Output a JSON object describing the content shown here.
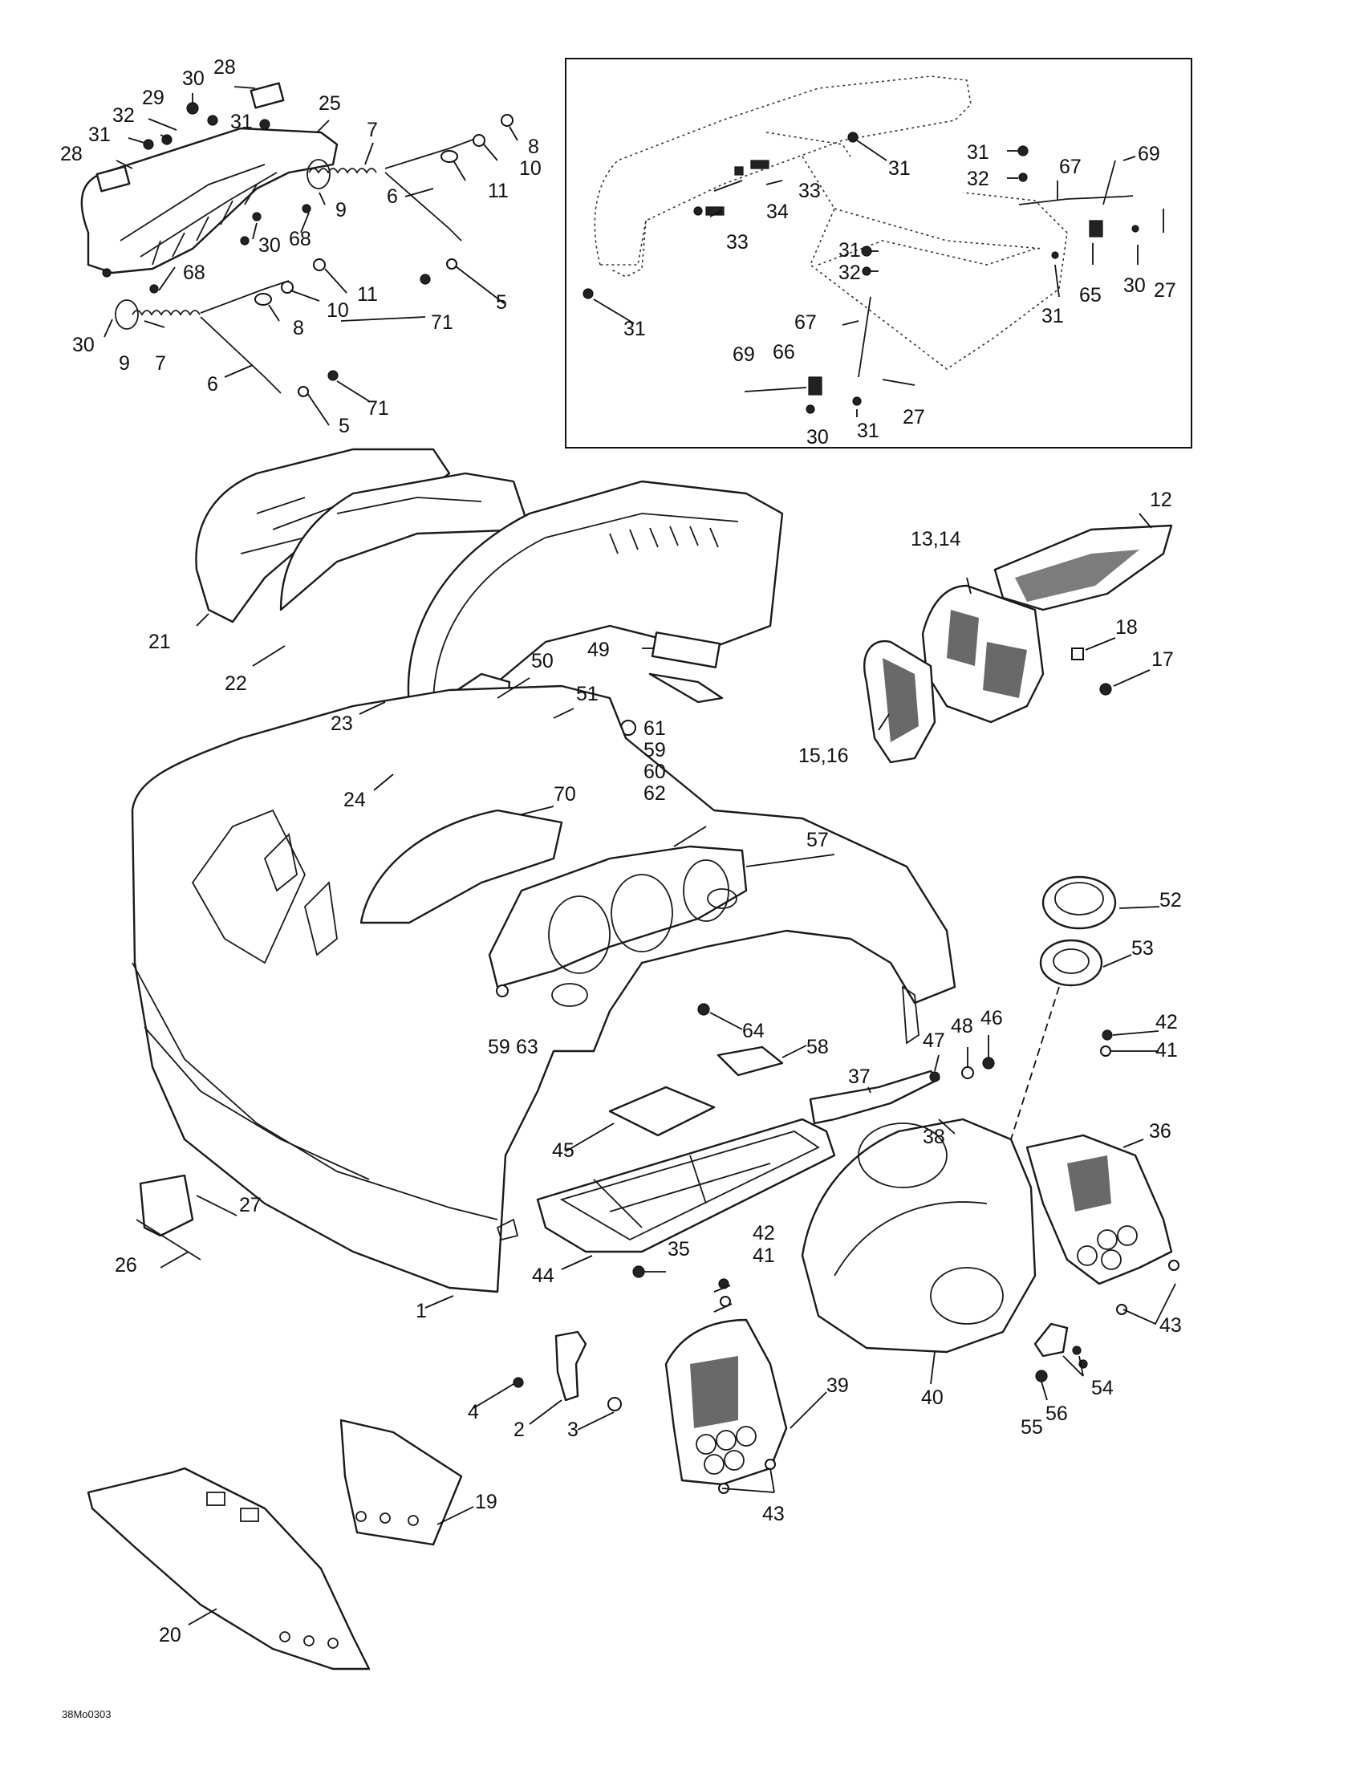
{
  "drawing_id": "38Mo0303",
  "callouts": {
    "c1": "1",
    "c2": "2",
    "c3": "3",
    "c4": "4",
    "c5a": "5",
    "c5b": "5",
    "c6a": "6",
    "c6b": "6",
    "c7a": "7",
    "c7b": "7",
    "c8a": "8",
    "c8b": "8",
    "c9a": "9",
    "c9b": "9",
    "c10a": "10",
    "c10b": "10",
    "c11a": "11",
    "c11b": "11",
    "c12": "12",
    "c1314": "13,14",
    "c1516": "15,16",
    "c17": "17",
    "c18": "18",
    "c19": "19",
    "c20": "20",
    "c21": "21",
    "c22": "22",
    "c23": "23",
    "c24": "24",
    "c25": "25",
    "c26": "26",
    "c27a": "27",
    "c27b": "27",
    "c27c": "27",
    "c28a": "28",
    "c28b": "28",
    "c29": "29",
    "c30a": "30",
    "c30b": "30",
    "c30c": "30",
    "c30d": "30",
    "c30e": "30",
    "c31a": "31",
    "c31b": "31",
    "c31c": "31",
    "c31d": "31",
    "c31e": "31",
    "c31f": "31",
    "c31g": "31",
    "c32a": "32",
    "c32b": "32",
    "c32c": "32",
    "c33a": "33",
    "c33b": "33",
    "c34": "34",
    "c35": "35",
    "c36": "36",
    "c37": "37",
    "c38": "38",
    "c39": "39",
    "c40": "40",
    "c41a": "41",
    "c41b": "41",
    "c42a": "42",
    "c42b": "42",
    "c43a": "43",
    "c43b": "43",
    "c44": "44",
    "c45": "45",
    "c46": "46",
    "c47": "47",
    "c48": "48",
    "c49": "49",
    "c50": "50",
    "c51": "51",
    "c52": "52",
    "c53": "53",
    "c54": "54",
    "c55": "55",
    "c56": "56",
    "c57": "57",
    "c58": "58",
    "c59a": "59",
    "c59b": "59",
    "c60": "60",
    "c61": "61",
    "c62": "62",
    "c63": "63",
    "c64": "64",
    "c65": "65",
    "c66": "66",
    "c67a": "67",
    "c67b": "67",
    "c68a": "68",
    "c68b": "68",
    "c69a": "69",
    "c69b": "69",
    "c70": "70",
    "c71a": "71",
    "c71b": "71"
  }
}
